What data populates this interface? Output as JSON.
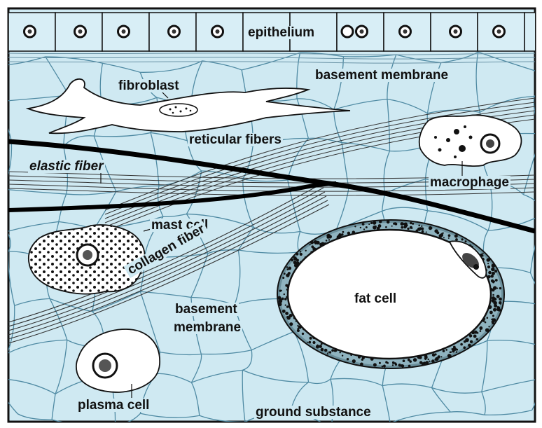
{
  "labels": {
    "epithelium": "epithelium",
    "basement_membrane_top": "basement membrane",
    "fibroblast": "fibroblast",
    "reticular_fibers": "reticular fibers",
    "elastic_fiber": "elastic fiber",
    "macrophage": "macrophage",
    "mast_cell": "mast cell",
    "collagen_fiber": "collagen fiber",
    "fat_cell": "fat cell",
    "basement_membrane_bottom_1": "basement",
    "basement_membrane_bottom_2": "membrane",
    "plasma_cell": "plasma cell",
    "ground_substance": "ground substance"
  },
  "colors": {
    "background": "#cfe9f2",
    "ground_lines": "#5a8da3",
    "epithelium": "#d8eef6",
    "ink": "#111111",
    "fat_cell_fill": "#ffffff"
  }
}
